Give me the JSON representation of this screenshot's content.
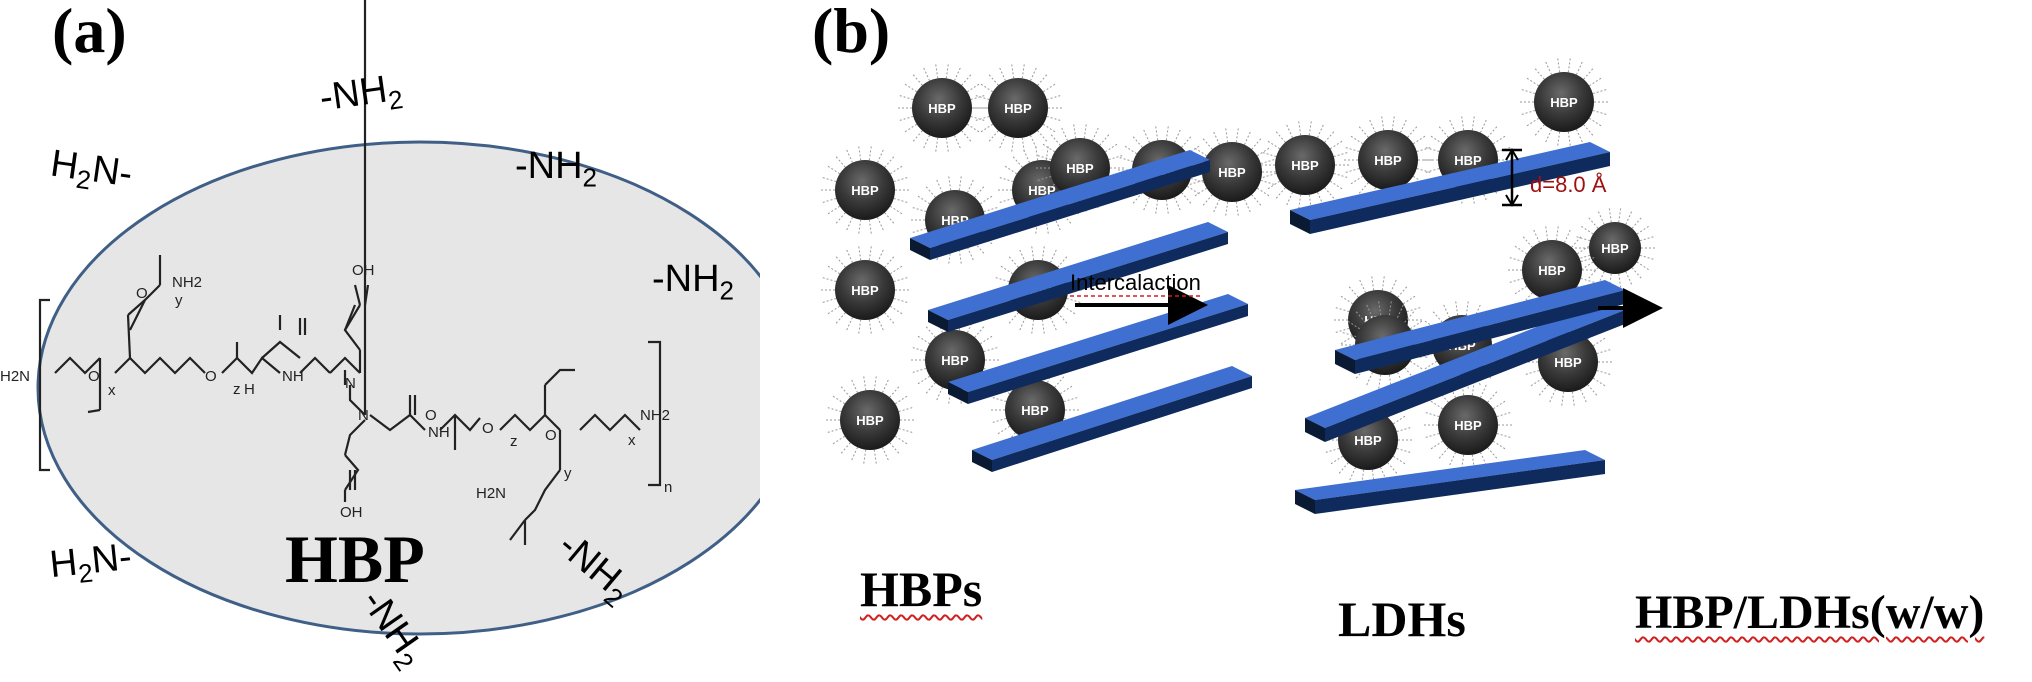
{
  "panel_a": {
    "label": "(a)",
    "title": "HBP",
    "nh2_groups": [
      "-NH",
      "-NH",
      "-NH",
      "H",
      "N-",
      "H",
      "N-",
      "-NH",
      "-NH"
    ],
    "amine": {
      "prefix_top": "-NH",
      "sub": "2"
    },
    "structure": {
      "h2n_left": "H2N",
      "nh2_right": "NH2",
      "n_repeat": "n",
      "subs": {
        "x1": "x",
        "y1": "y",
        "z1": "z",
        "z2": "z",
        "y2": "y",
        "x2": "x"
      },
      "oh_top": "OH",
      "oh_bottom": "OH",
      "n_atom": "N",
      "nh_atom": "NH",
      "h_atom": "H",
      "o_atom": "O",
      "nh2_side": "NH2",
      "h2n_side": "H2N"
    }
  },
  "panel_b": {
    "label": "(b)",
    "particle_label": "HBP",
    "arrow_label": "Intercalaction",
    "spacing_label": "d=8.0 Å",
    "captions": {
      "hbps": "HBPs",
      "ldhs": "LDHs",
      "composite": "HBP/LDHs(w/w)"
    }
  },
  "colors": {
    "ellipse_fill": "#e6e6e6",
    "ellipse_stroke": "#3f5f86",
    "sheet": "#3f6fd0",
    "sheet_edge": "#0b1a33",
    "particle": "#303030",
    "spacing_text": "#a01010"
  }
}
